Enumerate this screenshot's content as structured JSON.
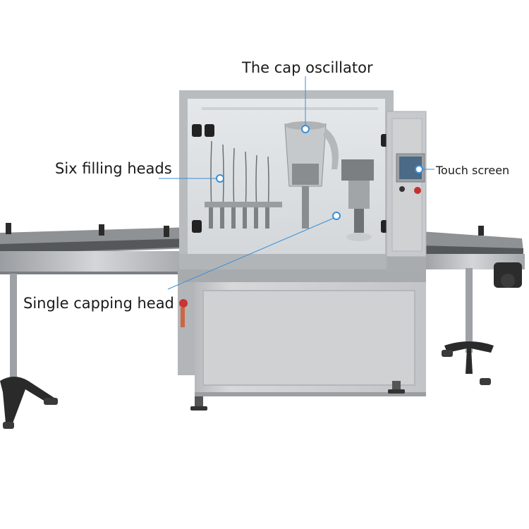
{
  "labels": {
    "cap_oscillator": "The cap oscillator",
    "six_filling_heads": "Six filling heads",
    "single_capping_head": "Single capping head",
    "touch_screen": "Touch screen"
  },
  "colors": {
    "callout_line": "#3a8fd6",
    "frame_steel": "#a9acb0",
    "cabinet_steel": "#c9cbcd",
    "conveyor_rail": "#b8babd",
    "dark_parts": "#2b2b2b",
    "glass": "#dfe3e6"
  }
}
